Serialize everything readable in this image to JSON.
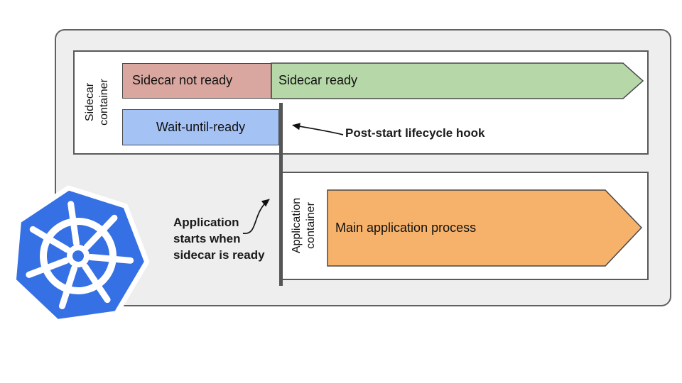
{
  "colors": {
    "canvas_bg": "#ffffff",
    "pod_bg": "#eeeeee",
    "pod_border": "#616161",
    "box_border": "#595959",
    "not_ready_red": "#d9a7a0",
    "ready_green": "#b6d7a8",
    "wait_blue": "#a4c2f4",
    "main_orange": "#f6b26b",
    "shape_border": "#484848",
    "divider_gray": "#555555",
    "kubernetes_blue": "#3570e4"
  },
  "sidecar": {
    "container_label": "Sidecar container",
    "not_ready_label": "Sidecar not ready",
    "ready_label": "Sidecar ready",
    "wait_label": "Wait-until-ready"
  },
  "application": {
    "container_label": "Application container",
    "main_label": "Main application process"
  },
  "annotations": {
    "post_start": "Post-start lifecycle hook",
    "app_starts": "Application starts when sidecar is ready"
  },
  "icons": {
    "kubernetes_logo": "ship-wheel-in-blue-heptagon"
  }
}
